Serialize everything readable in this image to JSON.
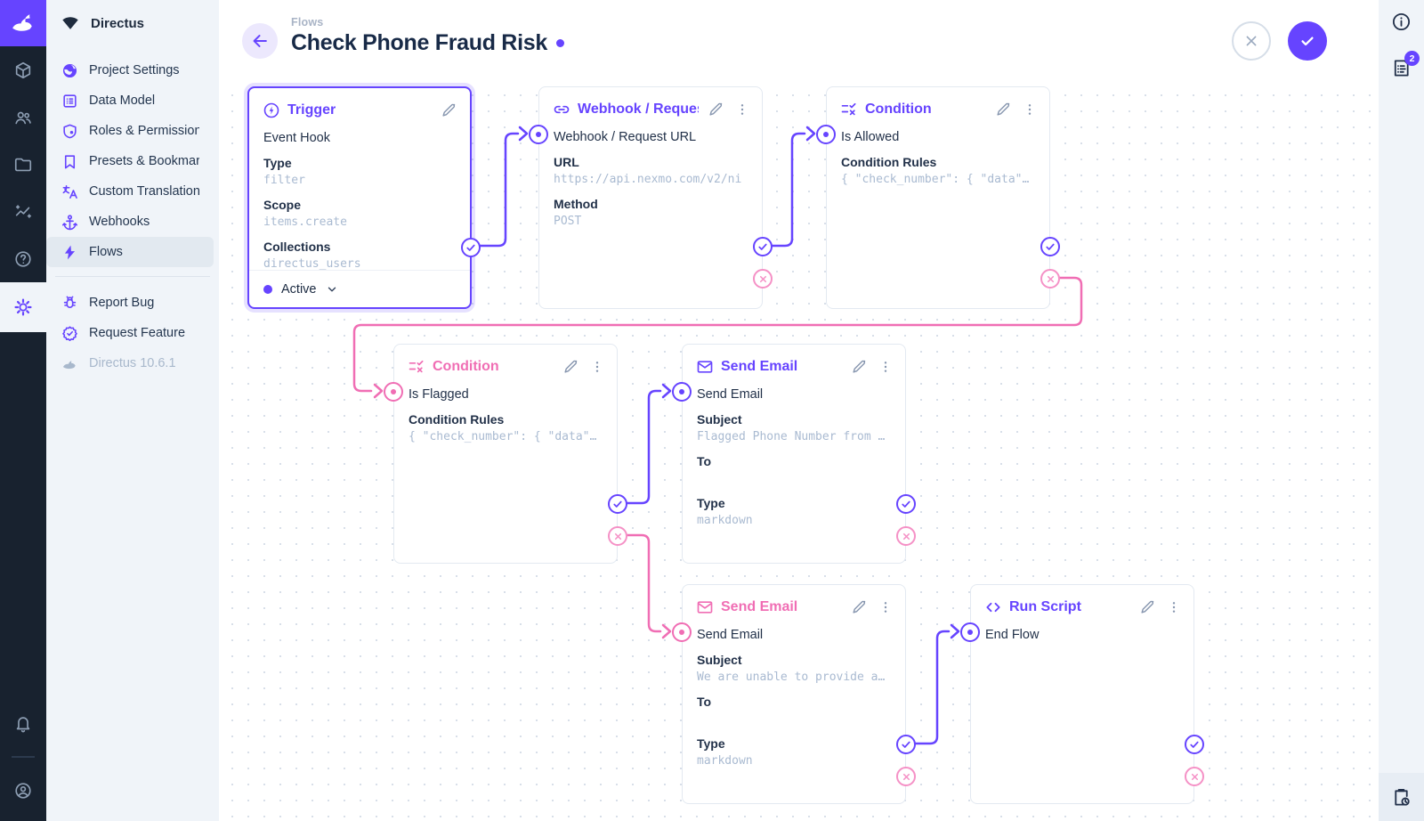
{
  "colors": {
    "accent": "#6644FF",
    "reject_pink": "#F06EB4",
    "module_bar": "#18222F",
    "sidebar_bg": "#F0F4F9"
  },
  "module_bar": {
    "icons": [
      "directus-logo",
      "box-icon",
      "users-icon",
      "folder-icon",
      "insights-icon",
      "help-icon",
      "settings-gear-icon",
      "bell-icon",
      "user-avatar-icon"
    ]
  },
  "sidebar": {
    "project_name": "Directus",
    "project_icon": "gem-icon",
    "items": [
      {
        "label": "Project Settings",
        "icon": "globe-icon"
      },
      {
        "label": "Data Model",
        "icon": "data-model-icon"
      },
      {
        "label": "Roles & Permissions",
        "icon": "shield-icon"
      },
      {
        "label": "Presets & Bookmar...",
        "icon": "bookmark-icon"
      },
      {
        "label": "Custom Translations",
        "icon": "translate-icon"
      },
      {
        "label": "Webhooks",
        "icon": "anchor-icon"
      },
      {
        "label": "Flows",
        "icon": "bolt-icon",
        "active": true
      }
    ],
    "footer_items": [
      {
        "label": "Report Bug",
        "icon": "bug-icon"
      },
      {
        "label": "Request Feature",
        "icon": "feature-badge-icon"
      },
      {
        "label": "Directus 10.6.1",
        "icon": "rabbit-icon"
      }
    ]
  },
  "header": {
    "breadcrumb": "Flows",
    "title": "Check Phone Fraud Risk",
    "has_unsaved_dot": true,
    "actions": [
      {
        "name": "discard",
        "icon": "close-icon"
      },
      {
        "name": "save",
        "icon": "check-icon"
      }
    ]
  },
  "right_bar": {
    "badge_count": "2",
    "icons": [
      "info-icon",
      "notifications-icon",
      "activity-icon"
    ]
  },
  "flow": {
    "panels": [
      {
        "id": "trigger",
        "title": "Trigger",
        "icon": "bolt-circle-icon",
        "name_row": "Event Hook",
        "status": "Active",
        "fields": [
          {
            "label": "Type",
            "value": "filter"
          },
          {
            "label": "Scope",
            "value": "items.create"
          },
          {
            "label": "Collections",
            "value": "directus_users"
          }
        ]
      },
      {
        "id": "webhook",
        "title": "Webhook / Request URL",
        "icon": "link-icon",
        "name_row": "Webhook / Request URL",
        "fields": [
          {
            "label": "URL",
            "value": "https://api.nexmo.com/v2/ni"
          },
          {
            "label": "Method",
            "value": "POST"
          }
        ]
      },
      {
        "id": "condition-allowed",
        "title": "Condition",
        "icon": "rule-icon",
        "name_row": "Is Allowed",
        "fields": [
          {
            "label": "Condition Rules",
            "value": "{ \"check_number\": { \"data\"…"
          }
        ]
      },
      {
        "id": "condition-flagged",
        "title": "Condition",
        "icon": "rule-icon",
        "name_row": "Is Flagged",
        "fields": [
          {
            "label": "Condition Rules",
            "value": "{ \"check_number\": { \"data\"…"
          }
        ]
      },
      {
        "id": "send-email-flagged",
        "title": "Send Email",
        "icon": "mail-icon",
        "name_row": "Send Email",
        "fields": [
          {
            "label": "Subject",
            "value": "Flagged Phone Number from …"
          },
          {
            "label": "To",
            "value": ""
          },
          {
            "label": "Type",
            "value": "markdown"
          }
        ]
      },
      {
        "id": "send-email-unable",
        "title": "Send Email",
        "icon": "mail-icon",
        "name_row": "Send Email",
        "fields": [
          {
            "label": "Subject",
            "value": "We are unable to provide a…"
          },
          {
            "label": "To",
            "value": ""
          },
          {
            "label": "Type",
            "value": "markdown"
          }
        ]
      },
      {
        "id": "run-script",
        "title": "Run Script",
        "icon": "code-icon",
        "name_row": "End Flow",
        "fields": []
      }
    ],
    "connections": [
      {
        "from": "trigger.resolve",
        "to": "webhook.input",
        "color": "purple"
      },
      {
        "from": "webhook.resolve",
        "to": "condition-allowed.input",
        "color": "purple"
      },
      {
        "from": "condition-allowed.reject",
        "to": "condition-flagged.input",
        "color": "pink"
      },
      {
        "from": "condition-flagged.resolve",
        "to": "send-email-flagged.input",
        "color": "purple"
      },
      {
        "from": "condition-flagged.reject",
        "to": "send-email-unable.input",
        "color": "pink"
      },
      {
        "from": "send-email-unable.resolve",
        "to": "run-script.input",
        "color": "purple"
      }
    ]
  }
}
